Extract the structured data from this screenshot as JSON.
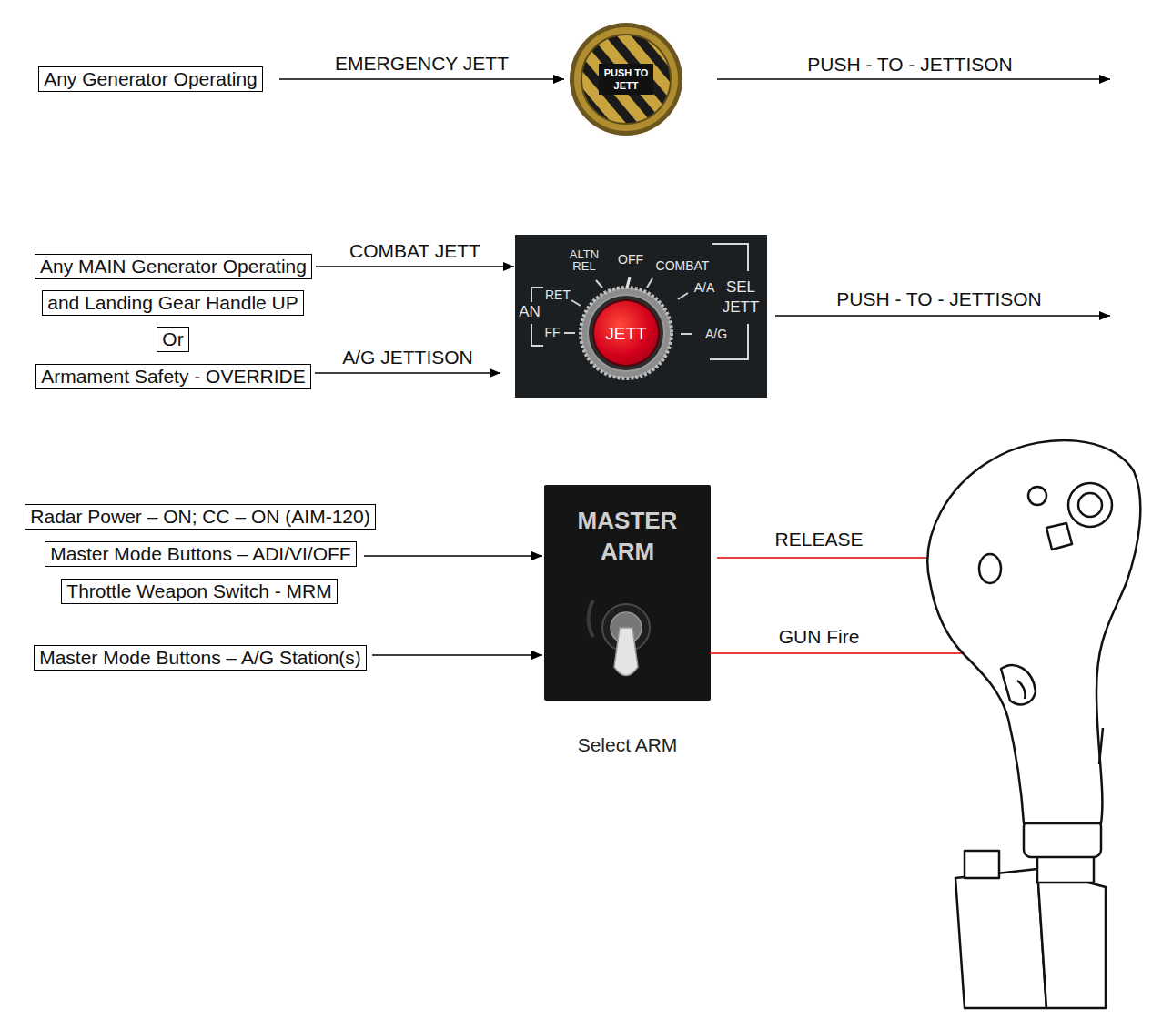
{
  "diagram": {
    "nodes": [
      {
        "text": [
          "Any Generator Operating"
        ]
      },
      {
        "text": [
          "PUSH TO JETT"
        ]
      },
      {
        "text": [
          "Any MAIN Generator Operating"
        ]
      },
      {
        "text": [
          "and Landing Gear Handle UP"
        ]
      },
      {
        "text": [
          "Or"
        ]
      },
      {
        "text": [
          "Armament Safety - OVERRIDE"
        ]
      },
      {
        "text": [
          "ALTN REL",
          "OFF",
          "COMBAT",
          "A/A",
          "SEL JETT",
          "RET",
          "AN",
          "FF",
          "A/G"
        ]
      },
      {
        "text": [
          "JETT"
        ],
        "in": 6
      },
      {
        "text": [
          "Radar Power – ON; CC – ON (AIM-120)"
        ]
      },
      {
        "text": [
          "Master Mode Buttons – ADI/VI/OFF"
        ]
      },
      {
        "text": [
          "Throttle Weapon Switch - MRM"
        ]
      },
      {
        "text": [
          "Master Mode Buttons – A/G Station(s)"
        ]
      },
      {
        "text": [
          "MASTER ARM",
          "Select ARM"
        ]
      }
    ],
    "edges": [
      {
        "from": 0,
        "to": 1,
        "arrow": "to",
        "label": "EMERGENCY JETT"
      },
      {
        "from": 2,
        "to": 6,
        "arrow": "to",
        "label": "COMBAT JETT"
      },
      {
        "from": 5,
        "to": 6,
        "arrow": "to",
        "label": "A/G JETTISON"
      },
      {
        "from": 9,
        "to": 12,
        "arrow": "to"
      },
      {
        "from": 11,
        "to": 12,
        "arrow": "to"
      }
    ],
    "labels": [
      "PUSH - TO - JETTISON",
      "PUSH - TO - JETTISON",
      "RELEASE",
      "GUN Fire"
    ]
  }
}
